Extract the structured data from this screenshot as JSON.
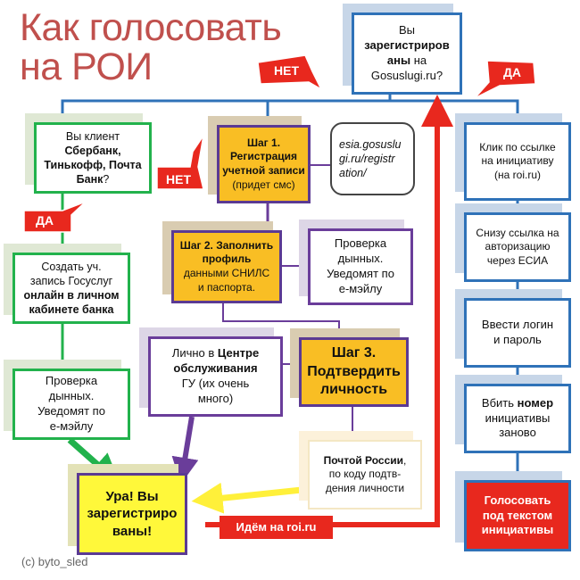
{
  "title": {
    "line1": "Как голосовать",
    "line2": "на РОИ"
  },
  "q_registered": {
    "l1": "Вы",
    "l2": "зарегистриров",
    "l3": "аны",
    "l3b": " на",
    "l4": "Gosuslugi.ru?"
  },
  "tags": {
    "no": "НЕТ",
    "yes": "ДА",
    "go": "Идём на roi.ru"
  },
  "q_bank": {
    "l1": "Вы клиент",
    "l2": "Сбербанк,",
    "l3": "Тинькофф, Почта",
    "l4": "Банк",
    "l4b": "?"
  },
  "bank_create": {
    "l1": "Создать уч.",
    "l2": "запись Госуслуг",
    "l3": "онлайн в личном",
    "l4": "кабинете банка"
  },
  "bank_check": {
    "l1": "Проверка",
    "l2": "дынных.",
    "l3": "Уведомят по",
    "l4": "е-мэйлу"
  },
  "step1": {
    "l1": "Шаг 1.",
    "l2": "Регистрация",
    "l3": "учетной записи",
    "l4": "(придет смс)"
  },
  "link_note": {
    "l1": "esia.gosuslu",
    "l2": "gi.ru/registr",
    "l3": "ation/"
  },
  "step2": {
    "l1": "Шаг 2. Заполнить",
    "l2": "профиль",
    "l3": "данными СНИЛС",
    "l4": "и паспорта."
  },
  "step2_check": {
    "l1": "Проверка",
    "l2": "дынных.",
    "l3": "Уведомят по",
    "l4": "е-мэйлу"
  },
  "step3": {
    "l1": "Шаг 3.",
    "l2": "Подтвердить",
    "l3": "личность"
  },
  "in_person": {
    "l1": "Лично в ",
    "l1b": "Центре",
    "l2": "обслуживания",
    "l3": "ГУ (их очень",
    "l4": "много)"
  },
  "post": {
    "l1": "Почтой России",
    "l1b": ",",
    "l2": "по коду подтв-",
    "l3": "дения личности"
  },
  "done": {
    "l1": "Ура! Вы",
    "l2": "зарегистриро",
    "l3": "ваны!"
  },
  "right_steps": {
    "s1": {
      "l1": "Клик по ссылке",
      "l2": "на инициативу",
      "l3": "(на roi.ru)"
    },
    "s2": {
      "l1": "Снизу ссылка на",
      "l2": "авторизацию",
      "l3": "через ЕСИА"
    },
    "s3": {
      "l1": "Ввести логин",
      "l2": "и пароль"
    },
    "s4": {
      "l1": "Вбить ",
      "l1b": "номер",
      "l2": "инициативы",
      "l3": "заново"
    },
    "s5": {
      "l1": "Голосовать",
      "l2": "под текстом",
      "l3": "инициативы"
    }
  },
  "copyright": "(c) byto_sled",
  "colors": {
    "title": "#c0504d",
    "green": "#22b24c",
    "orange": "#f9be24",
    "purple": "#6a3d9a",
    "blue": "#2f72b8",
    "red": "#e8281e",
    "yellow": "#fff83a"
  }
}
